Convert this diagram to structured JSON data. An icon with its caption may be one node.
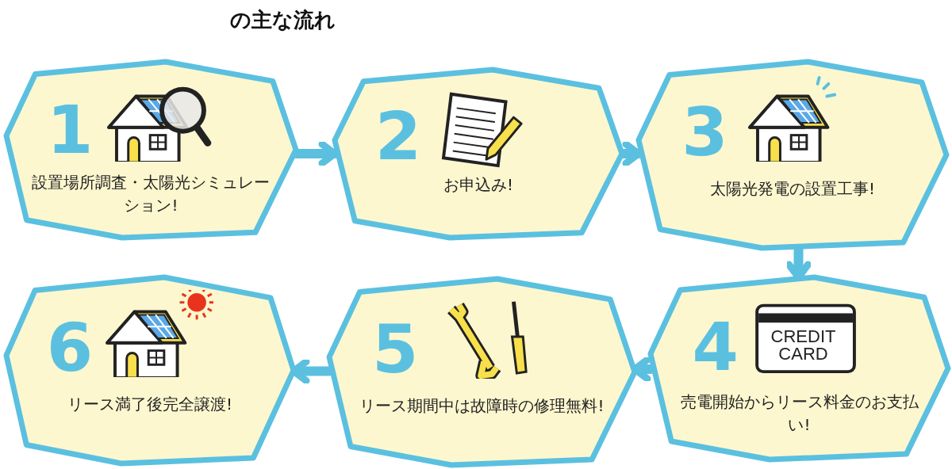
{
  "diagram": {
    "title": "の主な流れ",
    "nodes": [
      {
        "text": [
          "1",
          "設置場所調査・太陽光シミュレーション!"
        ]
      },
      {
        "text": [
          "2",
          "お申込み!"
        ]
      },
      {
        "text": [
          "3",
          "太陽光発電の設置工事!"
        ]
      },
      {
        "text": [
          "4",
          "売電開始からリース料金のお支払い!"
        ]
      },
      {
        "text": [
          "5",
          "リース期間中は故障時の修理無料!"
        ]
      },
      {
        "text": [
          "6",
          "リース満了後完全譲渡!"
        ]
      }
    ],
    "edges": [
      {
        "from": 0,
        "to": 1,
        "arrow": "to"
      },
      {
        "from": 1,
        "to": 2,
        "arrow": "to"
      },
      {
        "from": 2,
        "to": 3,
        "arrow": "to"
      },
      {
        "from": 3,
        "to": 4,
        "arrow": "to"
      },
      {
        "from": 4,
        "to": 5,
        "arrow": "to"
      }
    ],
    "labels": [
      "CREDIT CARD"
    ]
  }
}
